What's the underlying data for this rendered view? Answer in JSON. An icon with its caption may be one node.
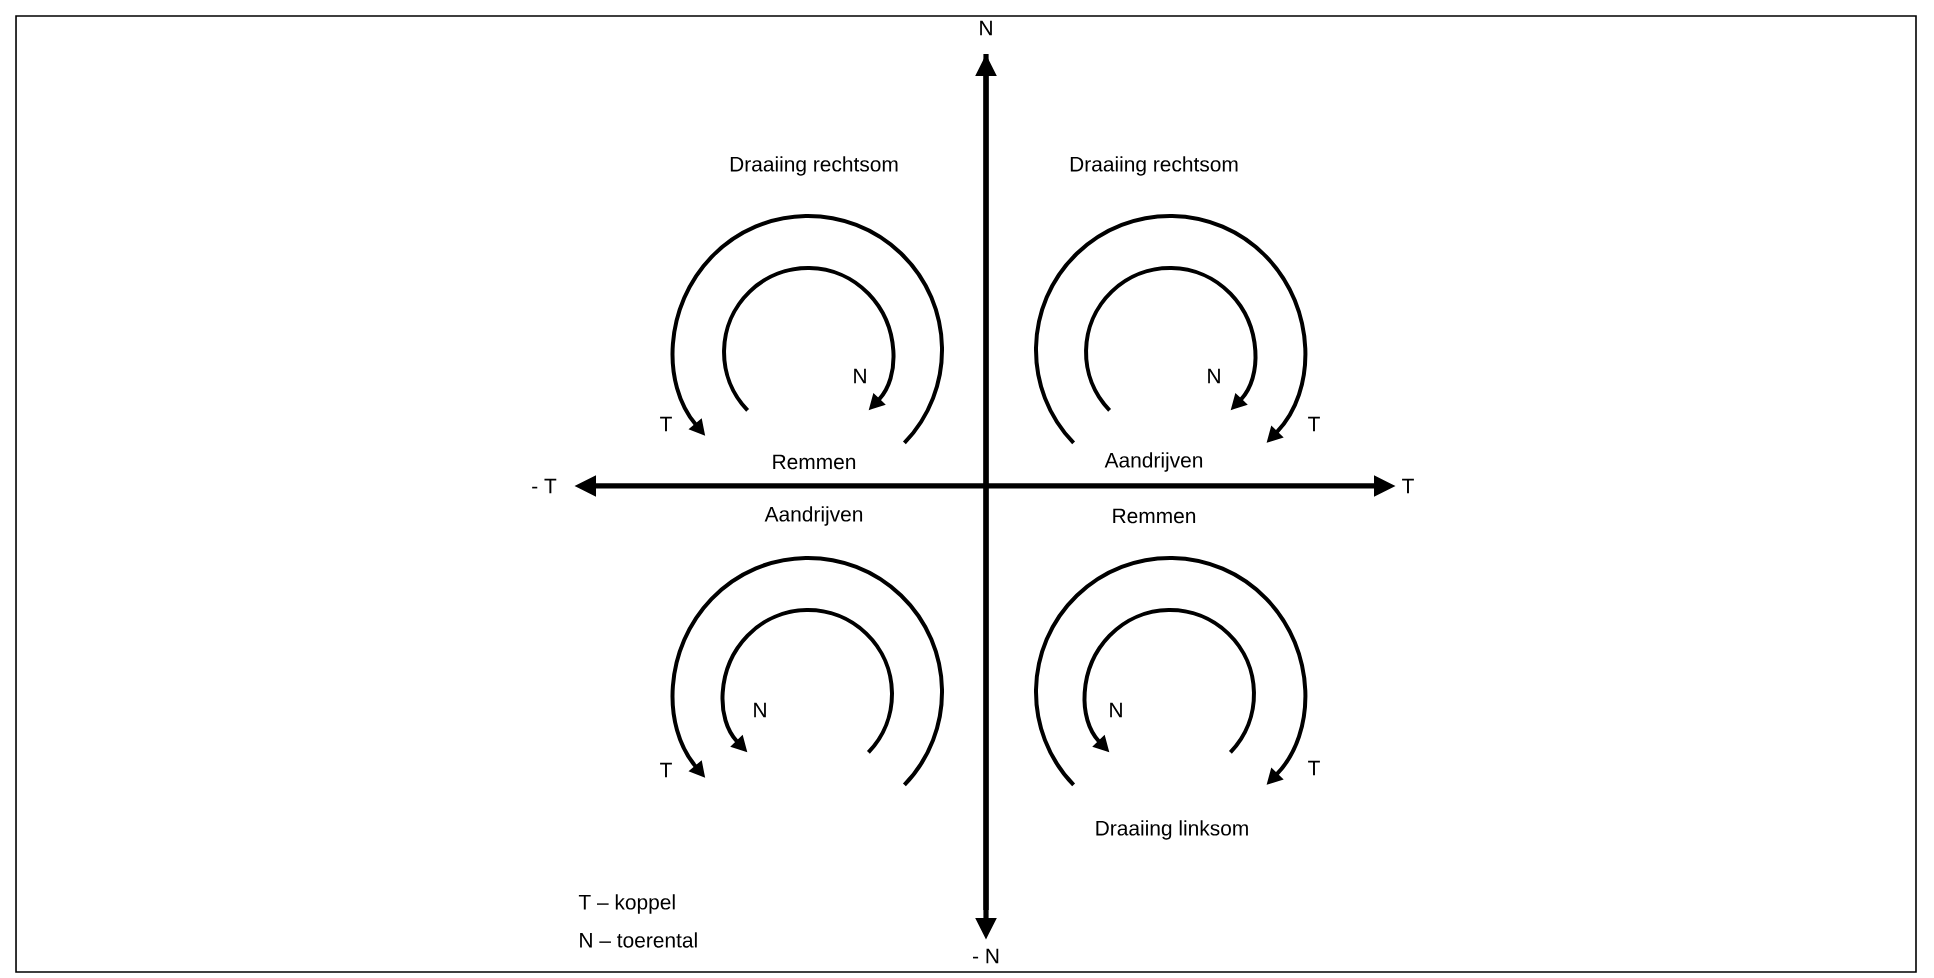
{
  "diagram": {
    "labels": [
      "N",
      "Draaiing rechtsom",
      "Draaiing rechtsom",
      "N",
      "N",
      "T",
      "T",
      "Remmen",
      "Aandrijven",
      "- T",
      "T",
      "Aandrijven",
      "Remmen",
      "N",
      "N",
      "T",
      "T",
      "Draaiing linksom",
      "T – koppel",
      "N – toerental",
      "- N"
    ]
  }
}
